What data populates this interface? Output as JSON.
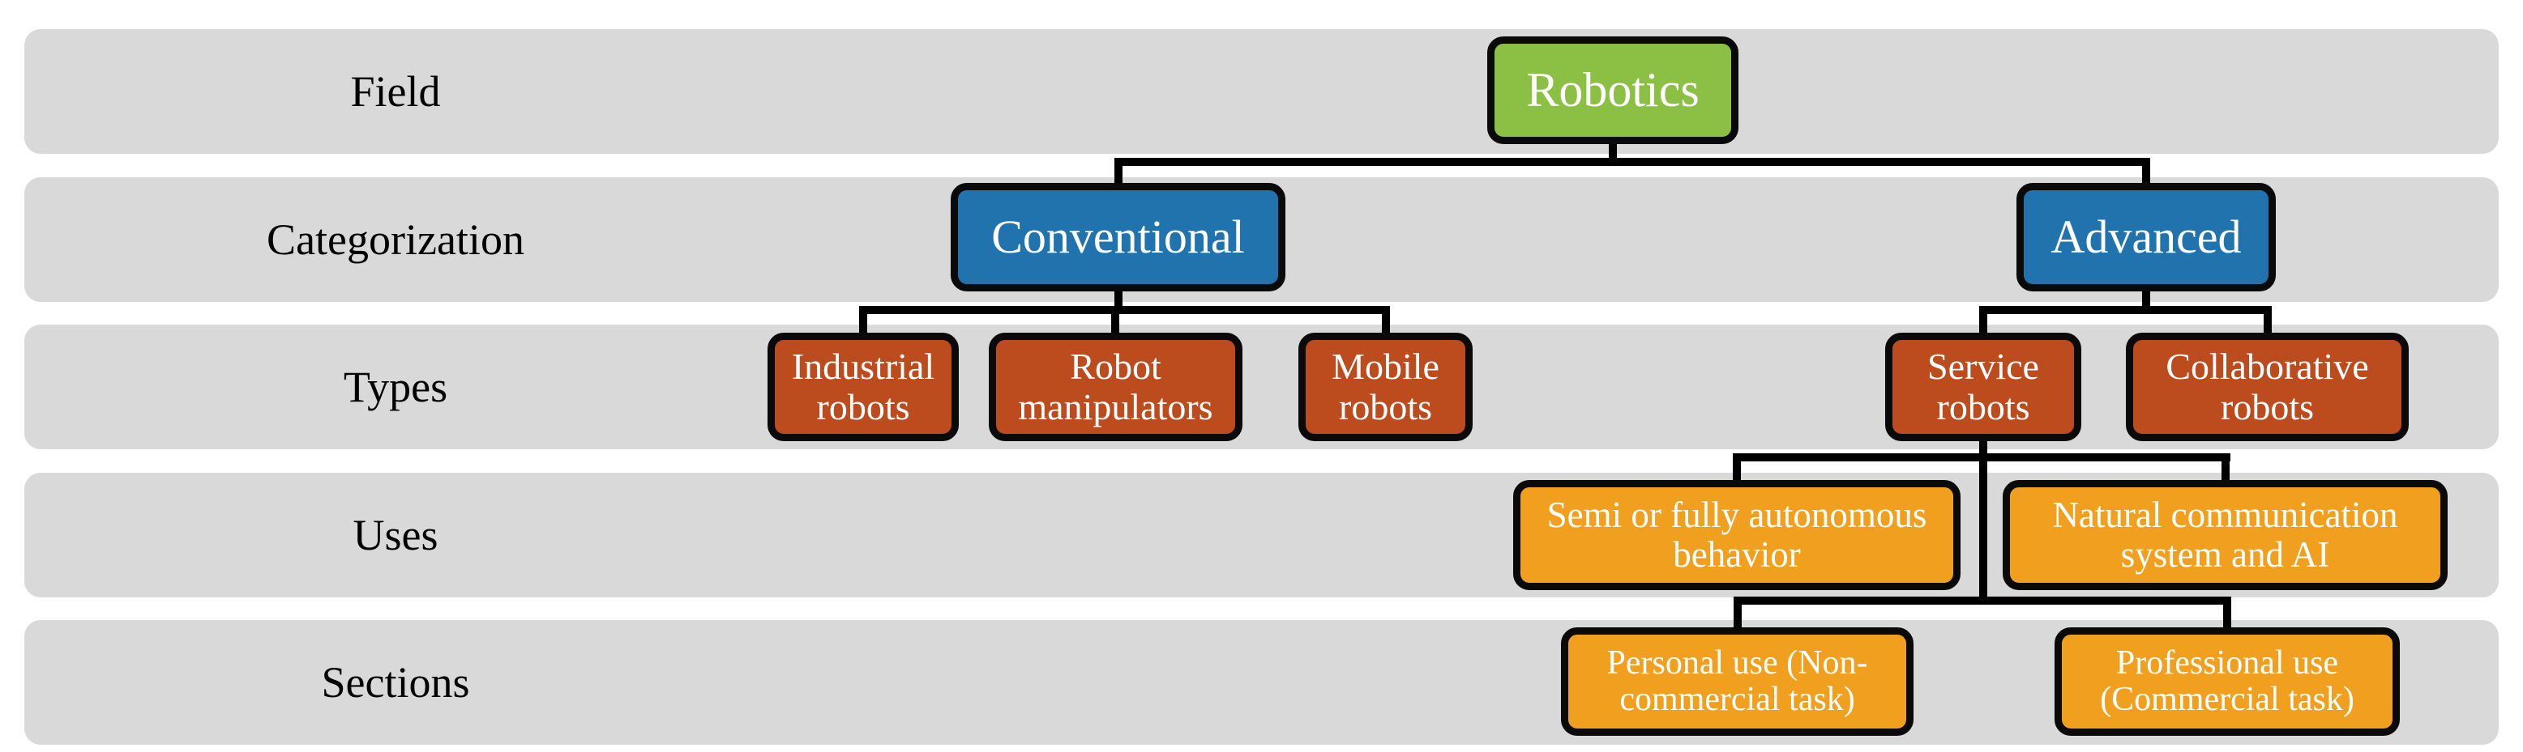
{
  "figure": {
    "type": "hierarchy-diagram",
    "levels": [
      "Field",
      "Categorization",
      "Types",
      "Uses",
      "Sections"
    ]
  },
  "colors": {
    "band_background": "#d9d9d9",
    "field_box": "#8cc045",
    "categorization_box": "#2173ae",
    "types_box": "#bc4b1d",
    "uses_sections_box": "#f0a01e",
    "connector_line": "#000000",
    "box_text": "#ffffff",
    "row_label_text": "#000000"
  },
  "rows": [
    {
      "label": "Field"
    },
    {
      "label": "Categorization"
    },
    {
      "label": "Types"
    },
    {
      "label": "Uses"
    },
    {
      "label": "Sections"
    }
  ],
  "nodes": {
    "robotics": {
      "label": "Robotics",
      "row": "Field",
      "parent": null
    },
    "conventional": {
      "label": "Conventional",
      "row": "Categorization",
      "parent": "Robotics"
    },
    "advanced": {
      "label": "Advanced",
      "row": "Categorization",
      "parent": "Robotics"
    },
    "industrial": {
      "label": "Industrial robots",
      "row": "Types",
      "parent": "Conventional"
    },
    "manipulators": {
      "label": "Robot manipulators",
      "row": "Types",
      "parent": "Conventional"
    },
    "mobile": {
      "label": "Mobile robots",
      "row": "Types",
      "parent": "Conventional"
    },
    "service": {
      "label": "Service robots",
      "row": "Types",
      "parent": "Advanced"
    },
    "collaborative": {
      "label": "Collaborative robots",
      "row": "Types",
      "parent": "Advanced"
    },
    "semi_autonomous": {
      "label": "Semi or fully autonomous behavior",
      "row": "Uses",
      "parent": "Service robots"
    },
    "natural_comm": {
      "label": "Natural communication system and AI",
      "row": "Uses",
      "parent": "Service robots"
    },
    "personal": {
      "label": "Personal use (Non-commercial task)",
      "row": "Sections",
      "parent": "Service robots"
    },
    "professional": {
      "label": "Professional use (Commercial task)",
      "row": "Sections",
      "parent": "Service robots"
    }
  }
}
